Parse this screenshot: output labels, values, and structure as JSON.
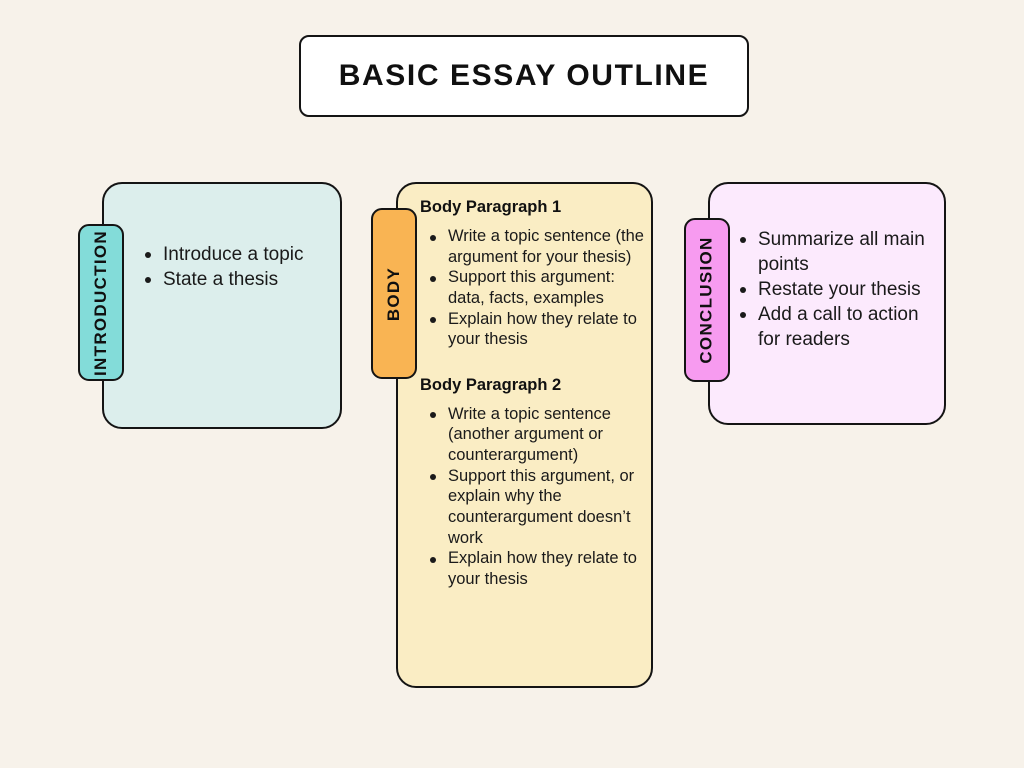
{
  "page": {
    "background_color": "#F7F2EA",
    "title": "BASIC ESSAY OUTLINE"
  },
  "sections": {
    "introduction": {
      "tab_label": "INTRODUCTION",
      "tab_color": "#83DCD9",
      "card_color": "#DCEEEC",
      "bullets": [
        "Introduce a topic",
        "State a thesis"
      ]
    },
    "body": {
      "tab_label": "BODY",
      "tab_color": "#F9B453",
      "card_color": "#FAEDC4",
      "paragraphs": [
        {
          "heading": "Body Paragraph 1",
          "bullets": [
            "Write a topic sentence (the argument for your thesis)",
            "Support this argument: data, facts, examples",
            "Explain how they relate to your thesis"
          ]
        },
        {
          "heading": "Body Paragraph 2",
          "bullets": [
            "Write a topic sentence (another argument or counterargument)",
            "Support this argument, or explain why the counterargument doesn’t work",
            "Explain how they relate to your thesis"
          ]
        }
      ]
    },
    "conclusion": {
      "tab_label": "CONCLUSION",
      "tab_color": "#F79BF0",
      "card_color": "#FCEAFD",
      "bullets": [
        "Summarize all main points",
        "Restate your thesis",
        "Add a call to action for readers"
      ]
    }
  }
}
